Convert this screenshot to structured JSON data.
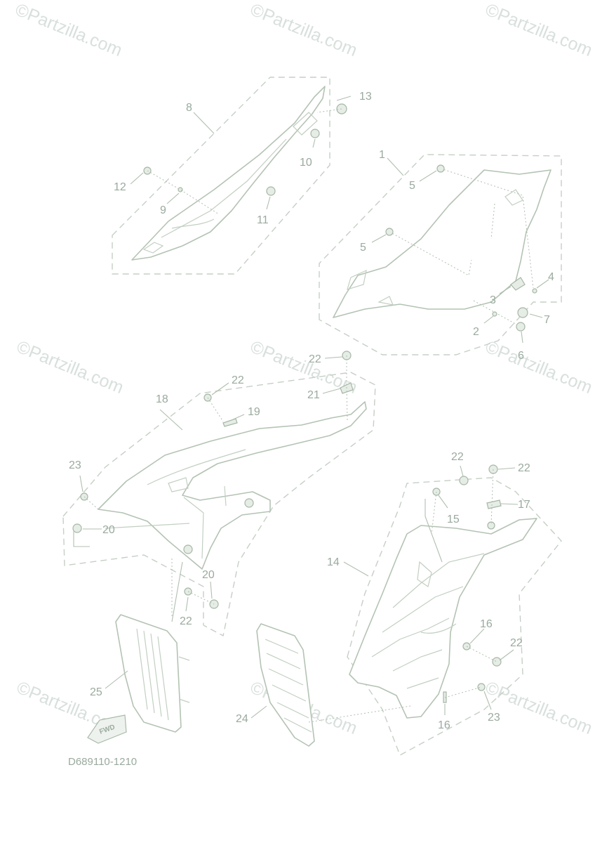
{
  "diagram": {
    "watermark_text": "©Partzilla.com",
    "drawing_code": "D689110-1210",
    "fwd_label": "FWD",
    "callouts": {
      "c1": "1",
      "c2": "2",
      "c3": "3",
      "c4": "4",
      "c5a": "5",
      "c5b": "5",
      "c6": "6",
      "c7": "7",
      "c8": "8",
      "c9": "9",
      "c10": "10",
      "c11": "11",
      "c12": "12",
      "c13": "13",
      "c14": "14",
      "c15": "15",
      "c16a": "16",
      "c16b": "16",
      "c17": "17",
      "c18": "18",
      "c19": "19",
      "c20a": "20",
      "c20b": "20",
      "c21": "21",
      "c22a": "22",
      "c22b": "22",
      "c22c": "22",
      "c22d": "22",
      "c22e": "22",
      "c22f": "22",
      "c23a": "23",
      "c23b": "23",
      "c24": "24",
      "c25": "25"
    }
  }
}
